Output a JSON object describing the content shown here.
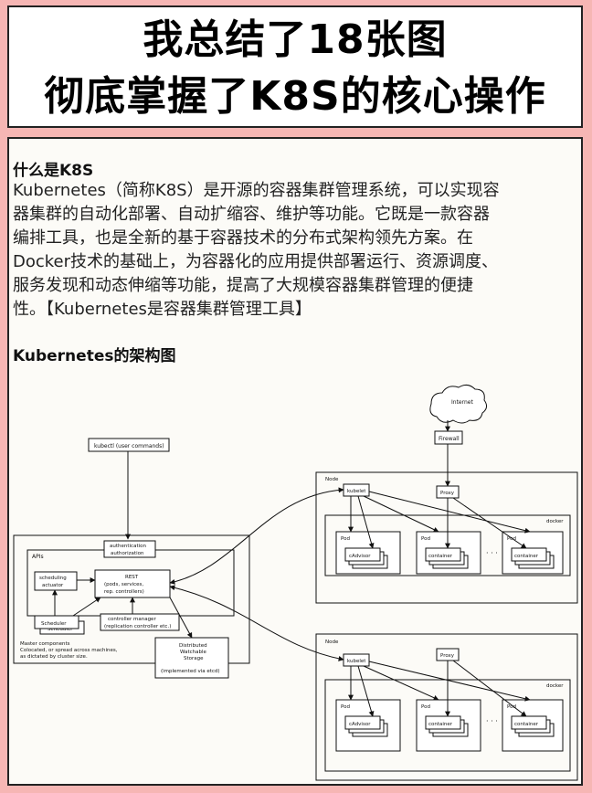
{
  "title": {
    "line1": "我总结了18张图",
    "line2": "彻底掌握了K8S的核心操作"
  },
  "section1": {
    "heading": "什么是K8S",
    "lines": [
      "Kubernetes（简称K8S）是开源的容器集群管理系统，可以实现容",
      "器集群的自动化部署、自动扩缩容、维护等功能。它既是一款容器",
      "编排工具，也是全新的基于容器技术的分布式架构领先方案。在",
      "Docker技术的基础上，为容器化的应用提供部署运行、资源调度、",
      "服务发现和动态伸缩等功能，提高了大规模容器集群管理的便捷",
      "性。【Kubernetes是容器集群管理工具】"
    ]
  },
  "section2": {
    "heading": "Kubernetes的架构图"
  },
  "diagram": {
    "internet": "Internet",
    "firewall": "Firewall",
    "kubectl": "kubectl (user commands)",
    "auth_line1": "authentication",
    "auth_line2": "authorization",
    "apis": "APIs",
    "rest_line1": "REST",
    "rest_line2": "(pods, services,",
    "rest_line3": "rep. controllers)",
    "sched_actuator_line1": "scheduling",
    "sched_actuator_line2": "actuator",
    "scheduler": "Scheduler",
    "scheduler_back": "Scheduler",
    "controller_line1": "controller manager",
    "controller_line2": "(replication controller etc.)",
    "master_line1": "Master components",
    "master_line2": "Colocated, or spread across machines,",
    "master_line3": "as dictated by cluster size.",
    "storage_line1": "Distributed",
    "storage_line2": "Watchable",
    "storage_line3": "Storage",
    "storage_line4": "(implemented via etcd)",
    "node1": {
      "node": "Node",
      "kubelet": "kubelet",
      "proxy": "Proxy",
      "docker": "docker",
      "pod1": "Pod",
      "pod1_content": "cAdvisor",
      "pod2": "Pod",
      "pod2_content": "container",
      "pod3": "Pod",
      "pod3_content": "container",
      "dots": "· · ·"
    },
    "node2": {
      "node": "Node",
      "kubelet": "kubelet",
      "proxy": "Proxy",
      "docker": "docker",
      "pod1": "Pod",
      "pod1_content": "cAdvisor",
      "pod2": "Pod",
      "pod2_content": "container",
      "pod3": "Pod",
      "pod3_content": "container",
      "dots": "· · ·"
    }
  }
}
